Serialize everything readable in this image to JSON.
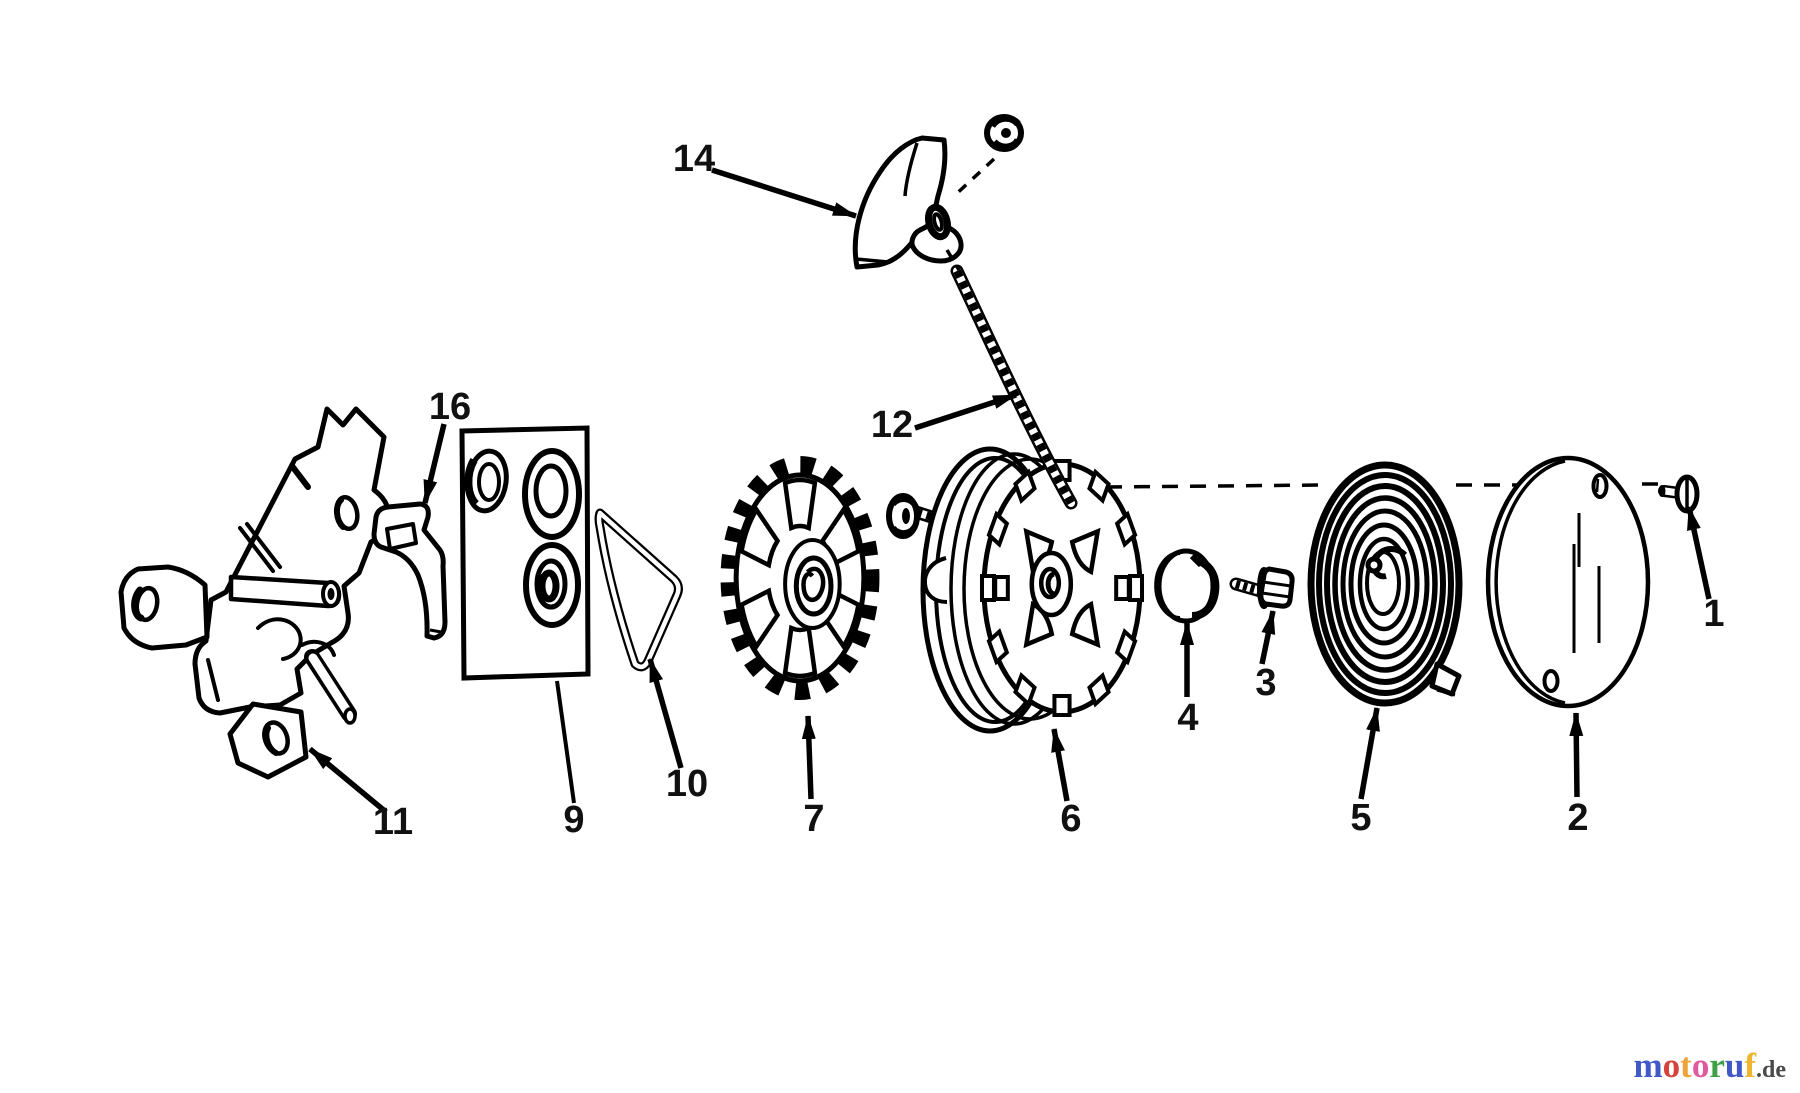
{
  "diagram": {
    "kind": "exploded parts diagram",
    "background": "#ffffff",
    "line_color": "#000000"
  },
  "callouts": [
    {
      "label": "1"
    },
    {
      "label": "2"
    },
    {
      "label": "3"
    },
    {
      "label": "4"
    },
    {
      "label": "5"
    },
    {
      "label": "6"
    },
    {
      "label": "7"
    },
    {
      "label": "9"
    },
    {
      "label": "10"
    },
    {
      "label": "11"
    },
    {
      "label": "12"
    },
    {
      "label": "14"
    },
    {
      "label": "16"
    }
  ],
  "watermark": {
    "word": "motoruf",
    "domain": ".de",
    "domain_color": "#4a4a4a",
    "letters": [
      {
        "char": "m",
        "color": "#4059c7"
      },
      {
        "char": "o",
        "color": "#d5433c"
      },
      {
        "char": "t",
        "color": "#eca33a"
      },
      {
        "char": "o",
        "color": "#e05a9e"
      },
      {
        "char": "r",
        "color": "#3fa047"
      },
      {
        "char": "u",
        "color": "#4059c7"
      },
      {
        "char": "f",
        "color": "#efb52f"
      }
    ]
  }
}
